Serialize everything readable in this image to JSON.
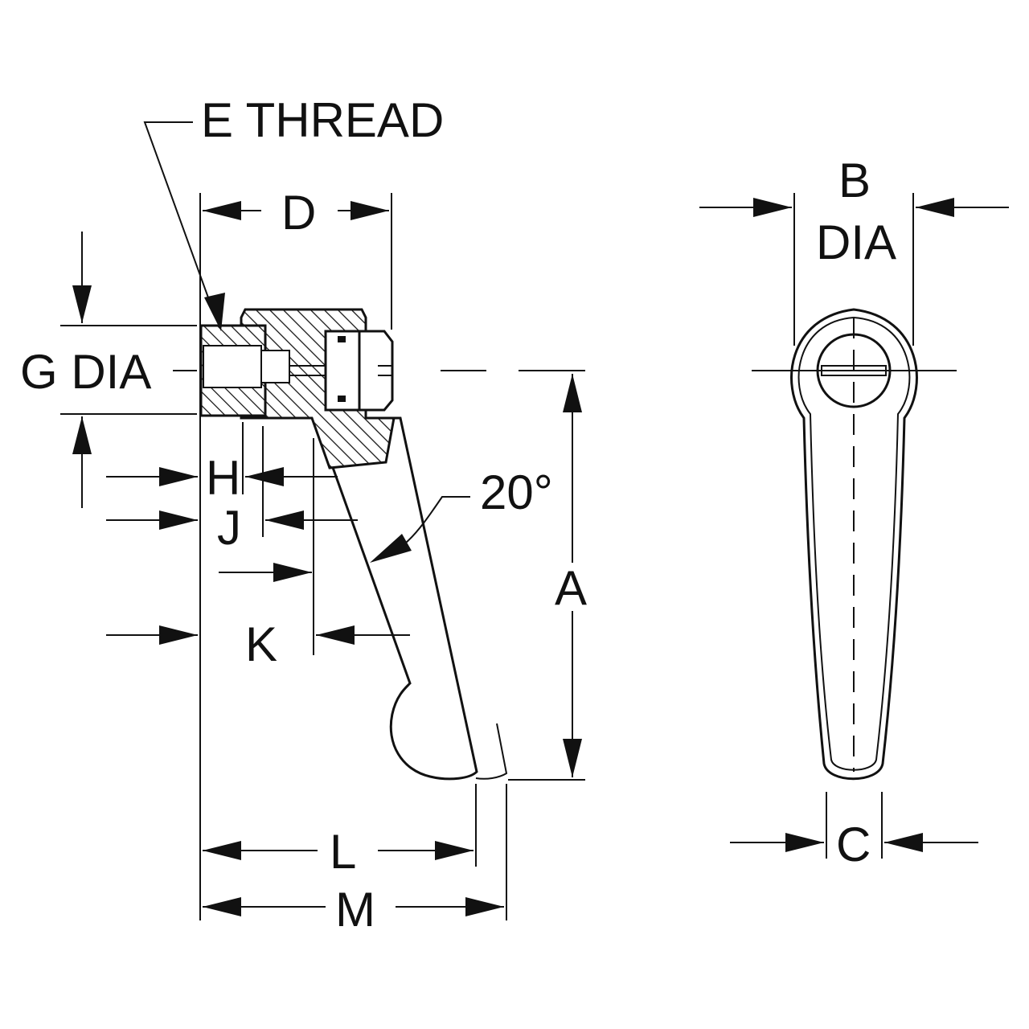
{
  "labels": {
    "e_thread": "E THREAD",
    "d": "D",
    "g_dia": "G DIA",
    "h": "H",
    "j": "J",
    "k": "K",
    "angle": "20°",
    "a": "A",
    "l": "L",
    "m": "M",
    "b": "B",
    "b_dia": "DIA",
    "c": "C"
  }
}
